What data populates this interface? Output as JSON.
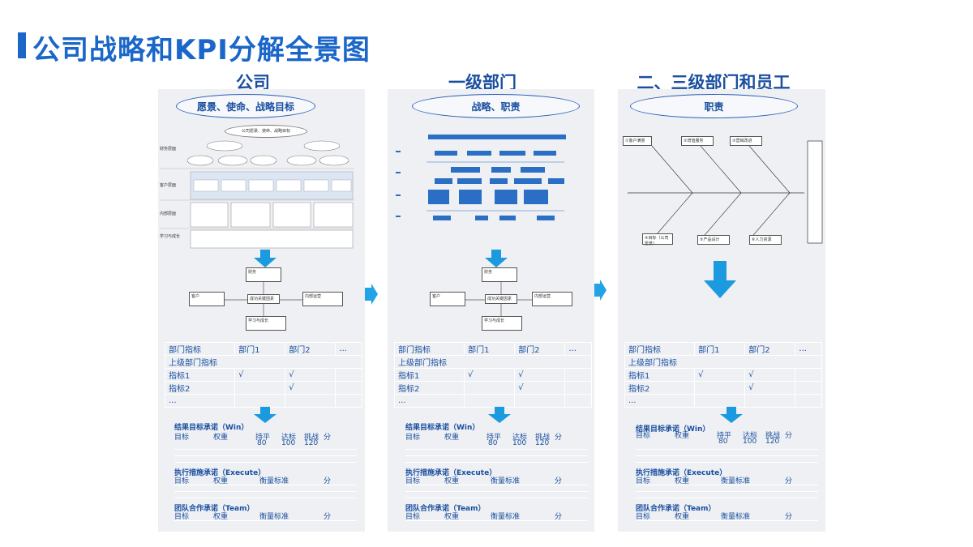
{
  "page": {
    "title": "公司战略和KPI分解全景图"
  },
  "columns": [
    {
      "title": "公司",
      "oval": "愿景、使命、战略目标",
      "strategy_map": {
        "top_oval": "公司愿景、使命、战略目标",
        "row_labels": [
          "财务层面",
          "客户层面",
          "内部层面",
          "学习与成长"
        ]
      },
      "center": "成功关键因素",
      "four_boxes": [
        "财务",
        "客户",
        "内部运营",
        "学习与成长"
      ],
      "matrix": {
        "headers": [
          "部门指标",
          "部门1",
          "部门2",
          "..."
        ],
        "row_title": "上级部门指标",
        "rows": [
          [
            "指标1",
            "√",
            "√",
            ""
          ],
          [
            "指标2",
            "",
            "√",
            ""
          ],
          [
            "...",
            "",
            "",
            ""
          ]
        ]
      },
      "scorecard": {
        "win_title": "结果目标承诺（Win）",
        "win_headers": [
          "目标",
          "权重",
          "持平",
          "达标",
          "挑战",
          "分"
        ],
        "win_values": [
          "80",
          "100",
          "120"
        ],
        "execute_title": "执行措施承诺（Execute）",
        "execute_headers": [
          "目标",
          "权重",
          "衡量标准",
          "分"
        ],
        "team_title": "团队合作承诺（Team）",
        "team_headers": [
          "目标",
          "权重",
          "衡量标准",
          "分"
        ]
      }
    },
    {
      "title": "一级部门",
      "oval": "战略、职责",
      "center": "成功关键因素",
      "four_boxes": [
        "财务",
        "客户",
        "内部运营",
        "学习与成长"
      ],
      "matrix": {
        "headers": [
          "部门指标",
          "部门1",
          "部门2",
          "..."
        ],
        "row_title": "上级部门指标",
        "rows": [
          [
            "指标1",
            "√",
            "√",
            ""
          ],
          [
            "指标2",
            "",
            "√",
            ""
          ],
          [
            "...",
            "",
            "",
            ""
          ]
        ]
      },
      "scorecard": {
        "win_title": "结果目标承诺（Win）",
        "win_headers": [
          "目标",
          "权重",
          "持平",
          "达标",
          "挑战",
          "分"
        ],
        "win_values": [
          "80",
          "100",
          "120"
        ],
        "execute_title": "执行措施承诺（Execute）",
        "execute_headers": [
          "目标",
          "权重",
          "衡量标准",
          "分"
        ],
        "team_title": "团队合作承诺（Team）",
        "team_headers": [
          "目标",
          "权重",
          "衡量标准",
          "分"
        ]
      }
    },
    {
      "title": "二、三级部门和员工",
      "oval": "职责",
      "fishbone": {
        "top_boxes": [
          "①客户满意",
          "②增值服务",
          "③营销改进"
        ],
        "bottom_boxes": [
          "④目标（公司愿景）",
          "⑤产品设计",
          "⑥人力资源"
        ]
      },
      "matrix": {
        "headers": [
          "部门指标",
          "部门1",
          "部门2",
          "..."
        ],
        "row_title": "上级部门指标",
        "rows": [
          [
            "指标1",
            "√",
            "√",
            ""
          ],
          [
            "指标2",
            "",
            "√",
            ""
          ],
          [
            "...",
            "",
            "",
            ""
          ]
        ]
      },
      "scorecard": {
        "win_title": "结果目标承诺（Win）",
        "win_headers": [
          "目标",
          "权重",
          "持平",
          "达标",
          "挑战",
          "分"
        ],
        "win_values": [
          "80",
          "100",
          "120"
        ],
        "execute_title": "执行措施承诺（Execute）",
        "execute_headers": [
          "目标",
          "权重",
          "衡量标准",
          "分"
        ],
        "team_title": "团队合作承诺（Team）",
        "team_headers": [
          "目标",
          "权重",
          "衡量标准",
          "分"
        ]
      }
    }
  ],
  "colors": {
    "accent": "#1a66c9",
    "panel": "#eef0f3",
    "arrow": "#1c9ae0"
  }
}
